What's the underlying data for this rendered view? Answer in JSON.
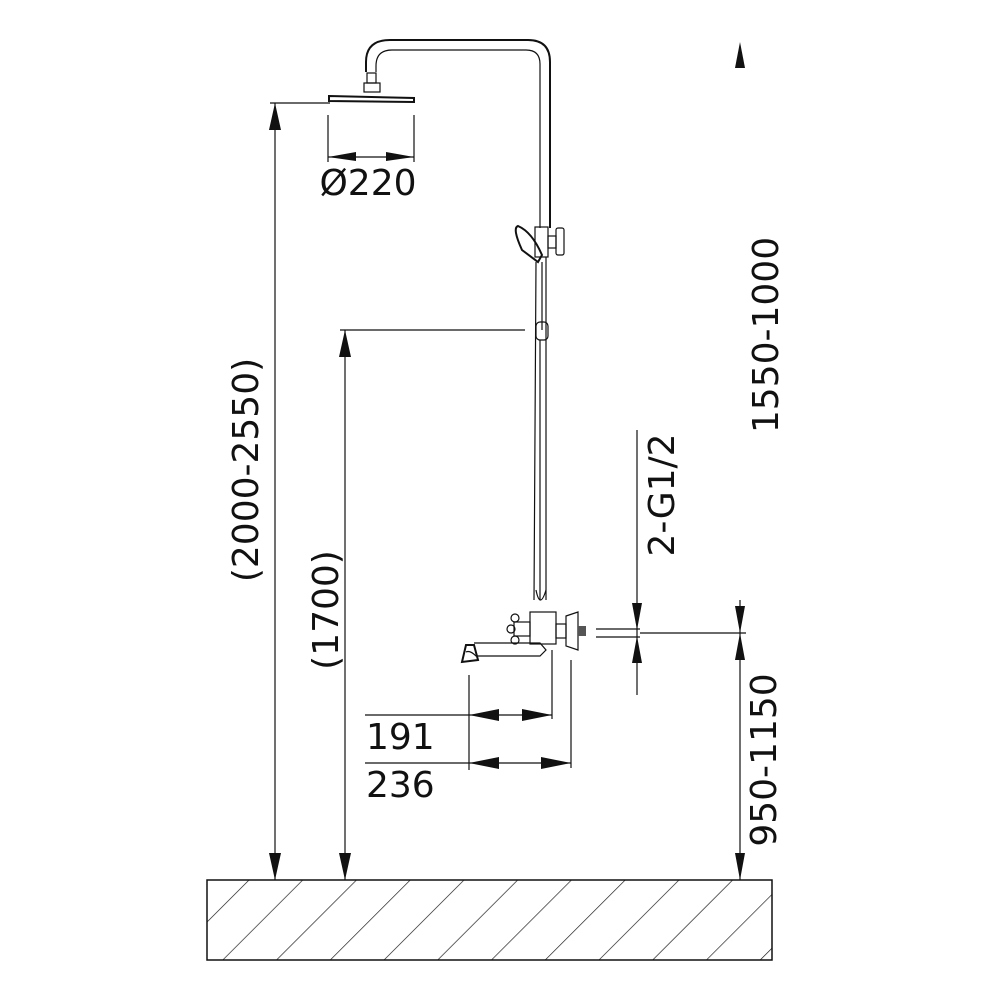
{
  "labels": {
    "total_height": "(2000-2550)",
    "slider_height": "(1700)",
    "head_diameter": "Ø220",
    "rail_range": "1550-1000",
    "inlet": "2-G1/2",
    "mixer_height": "950-1150",
    "spout_191": "191",
    "spout_236": "236"
  },
  "colors": {
    "line": "#111111",
    "background": "#ffffff"
  }
}
